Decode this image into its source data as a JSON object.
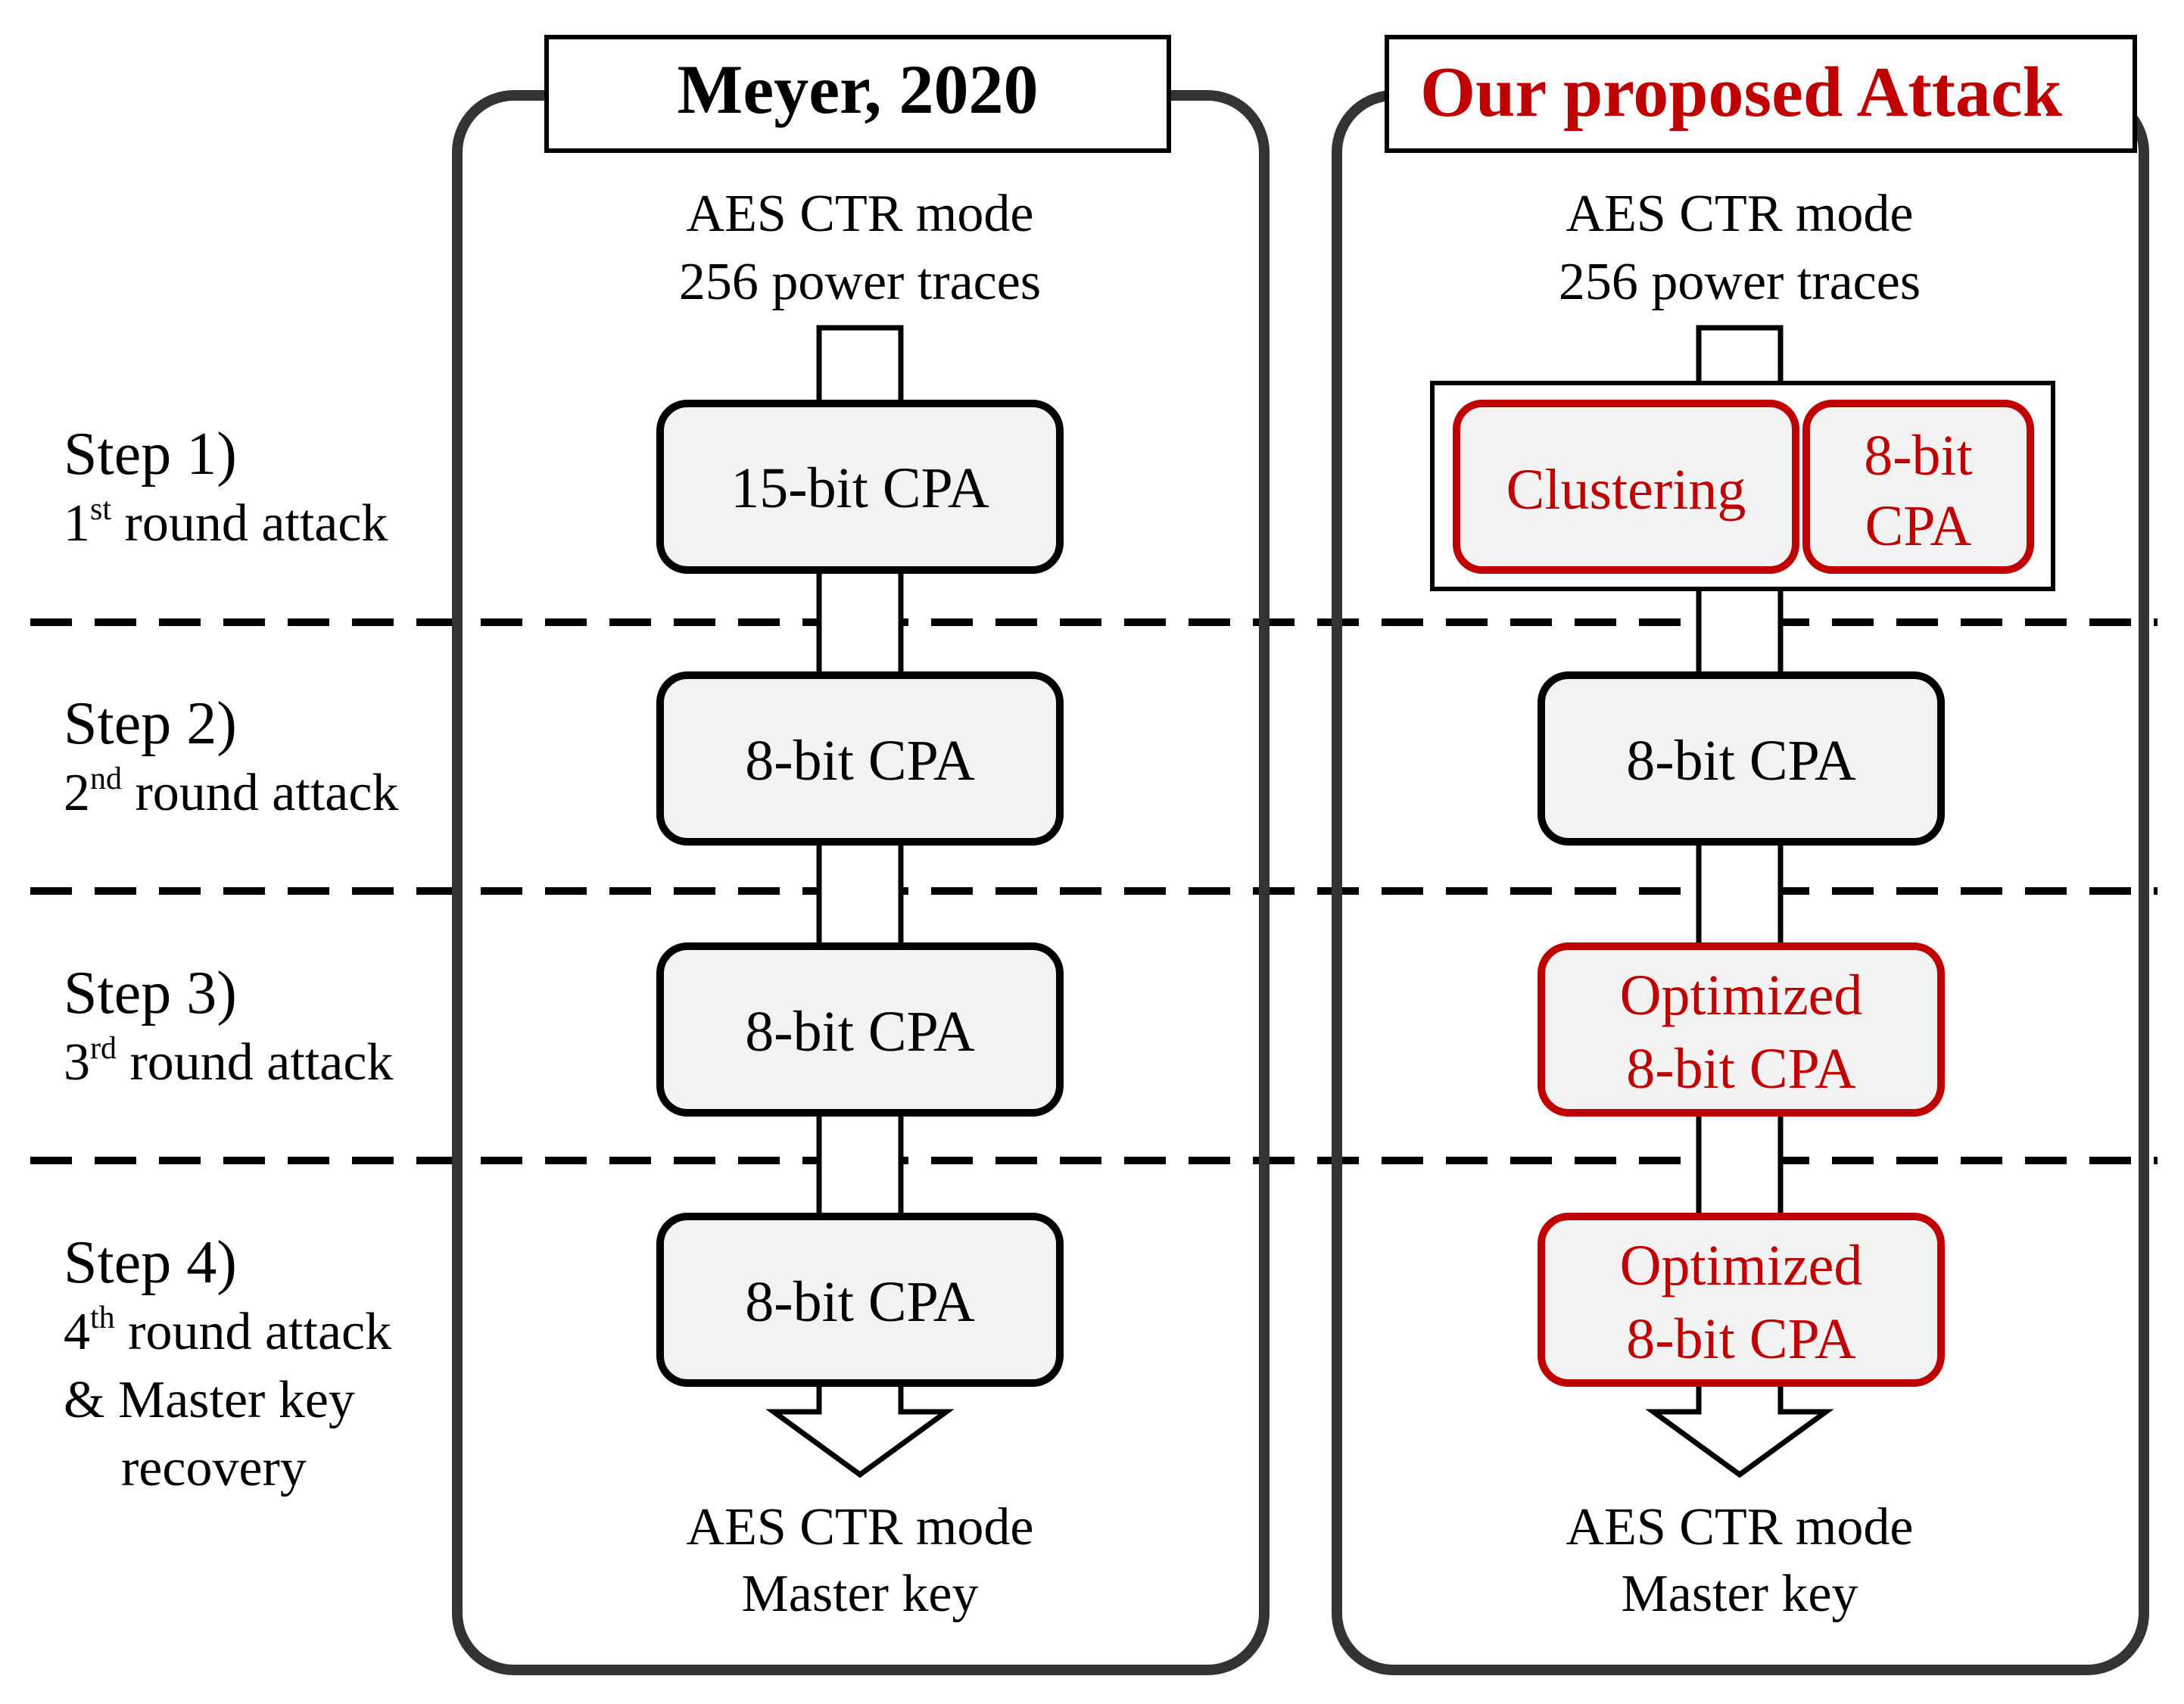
{
  "colors": {
    "black": "#000000",
    "panel_border": "#333333",
    "box_fill": "#f2f2f2",
    "accent_red": "#c00000"
  },
  "steps": [
    {
      "title": "Step 1)",
      "ordinal": "1",
      "suffix": "st",
      "subtitle_rest": " round attack",
      "extra_lines": []
    },
    {
      "title": "Step 2)",
      "ordinal": "2",
      "suffix": "nd",
      "subtitle_rest": " round attack",
      "extra_lines": []
    },
    {
      "title": "Step 3)",
      "ordinal": "3",
      "suffix": "rd",
      "subtitle_rest": " round attack",
      "extra_lines": []
    },
    {
      "title": "Step 4)",
      "ordinal": "4",
      "suffix": "th",
      "subtitle_rest": " round attack",
      "extra_lines": [
        "& Master key",
        "recovery"
      ]
    }
  ],
  "left_panel": {
    "header": "Meyer, 2020",
    "input_lines": [
      "AES CTR mode",
      "256 power traces"
    ],
    "boxes": [
      {
        "lines": [
          "15-bit CPA"
        ],
        "highlight": false
      },
      {
        "lines": [
          "8-bit CPA"
        ],
        "highlight": false
      },
      {
        "lines": [
          "8-bit CPA"
        ],
        "highlight": false
      },
      {
        "lines": [
          "8-bit CPA"
        ],
        "highlight": false
      }
    ],
    "output_lines": [
      "AES CTR mode",
      "Master key"
    ]
  },
  "right_panel": {
    "header": "Our proposed Attack",
    "input_lines": [
      "AES CTR mode",
      "256 power traces"
    ],
    "step1_group": [
      {
        "lines": [
          "Clustering"
        ],
        "highlight": true
      },
      {
        "lines": [
          "8-bit",
          "CPA"
        ],
        "highlight": true
      }
    ],
    "boxes": [
      {
        "lines": [
          "8-bit CPA"
        ],
        "highlight": false
      },
      {
        "lines": [
          "Optimized",
          "8-bit CPA"
        ],
        "highlight": true
      },
      {
        "lines": [
          "Optimized",
          "8-bit CPA"
        ],
        "highlight": true
      }
    ],
    "output_lines": [
      "AES CTR mode",
      "Master key"
    ]
  }
}
